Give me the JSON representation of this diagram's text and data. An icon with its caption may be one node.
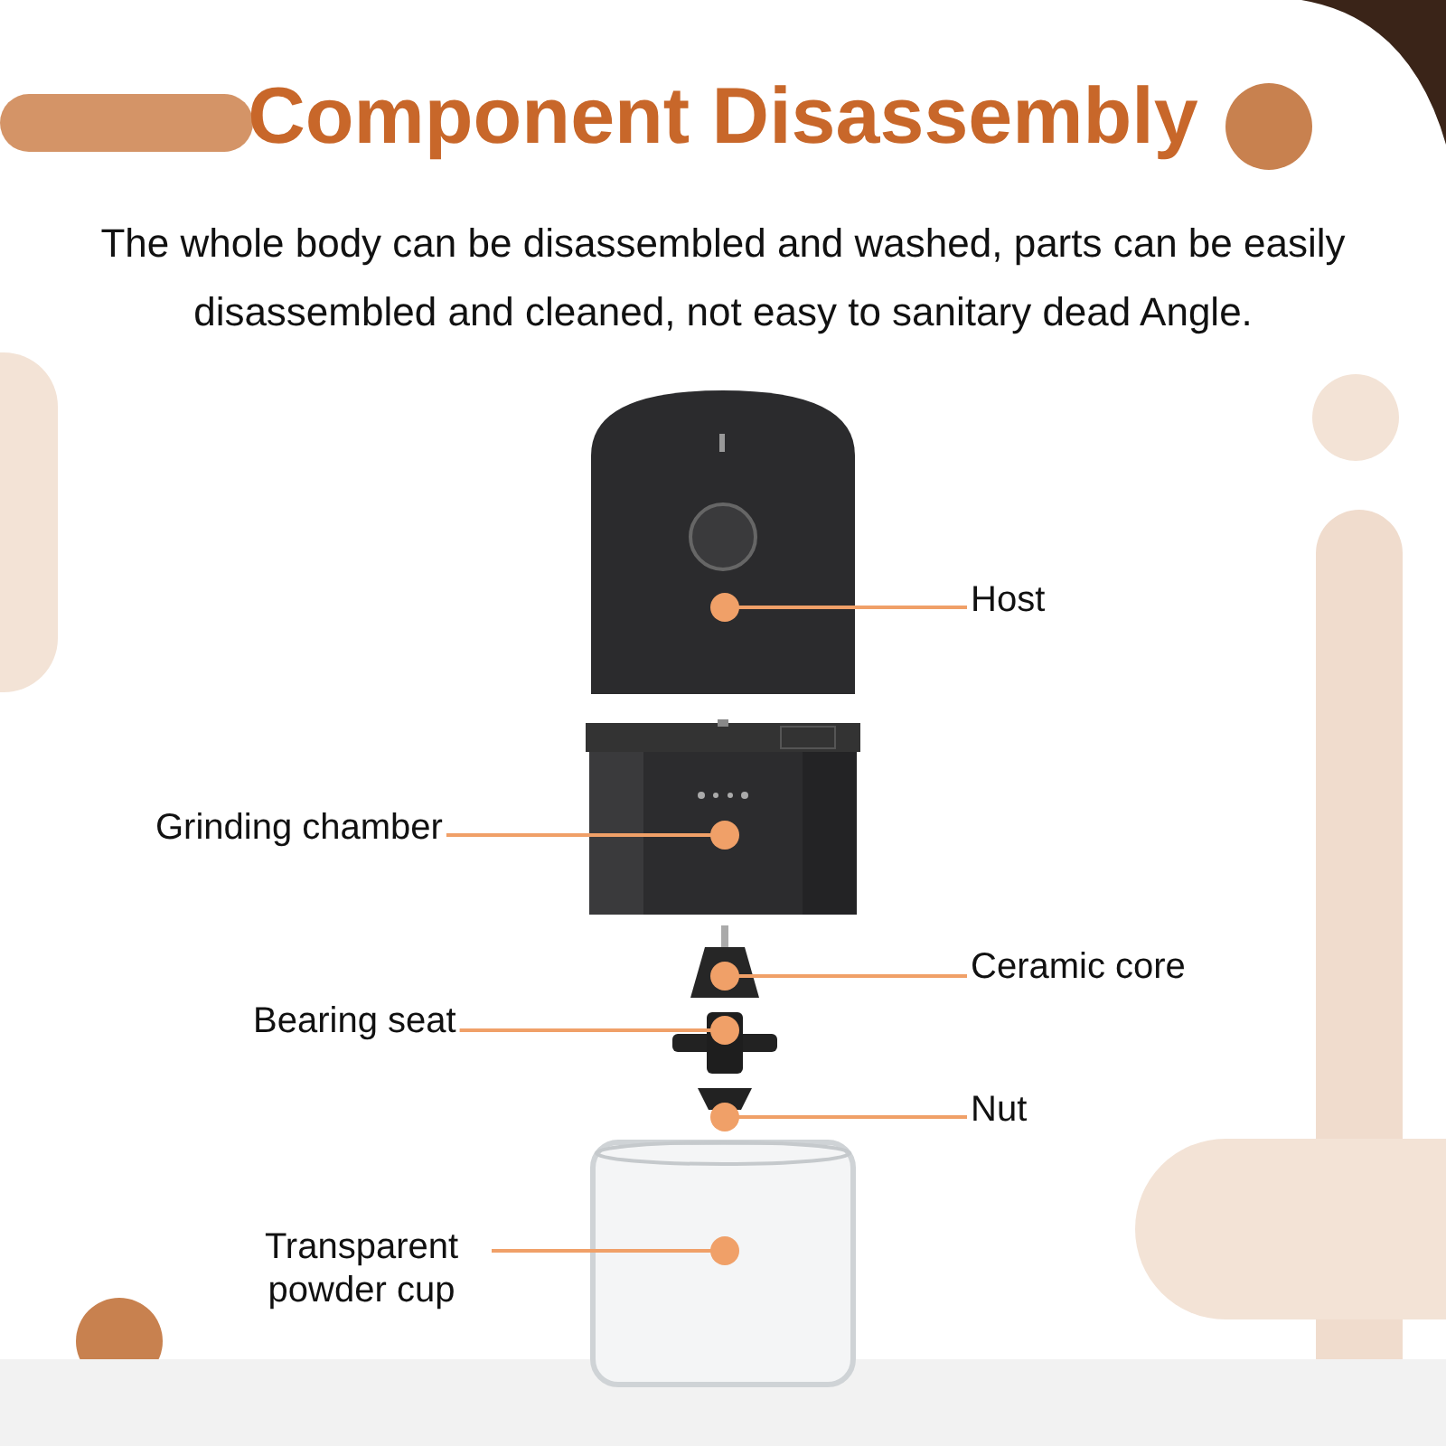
{
  "diagram": {
    "title": "Component Disassembly",
    "nodes": [
      {
        "text": [
          "Host"
        ]
      },
      {
        "text": [],
        "shape": "picture"
      },
      {
        "text": [
          "Grinding chamber"
        ]
      },
      {
        "text": [],
        "shape": "picture"
      },
      {
        "text": [
          "Ceramic core"
        ]
      },
      {
        "text": [],
        "shape": "picture"
      },
      {
        "text": [
          "Bearing seat"
        ]
      },
      {
        "text": [],
        "shape": "picture"
      },
      {
        "text": [
          "Nut"
        ]
      },
      {
        "text": [],
        "shape": "picture"
      },
      {
        "text": [
          "Transparent powder cup"
        ]
      },
      {
        "text": [],
        "shape": "picture"
      }
    ],
    "edges": [
      {
        "from": 0,
        "to": 1,
        "arrow": "other"
      },
      {
        "from": 2,
        "to": 3,
        "arrow": "other"
      },
      {
        "from": 4,
        "to": 5,
        "arrow": "other"
      },
      {
        "from": 6,
        "to": 7,
        "arrow": "other"
      },
      {
        "from": 8,
        "to": 9,
        "arrow": "other"
      },
      {
        "from": 10,
        "to": 11,
        "arrow": "other"
      }
    ],
    "labels": [
      "The whole body can be disassembled and washed, parts can be easily disassembled and cleaned, not easy to sanitary dead Angle."
    ]
  }
}
